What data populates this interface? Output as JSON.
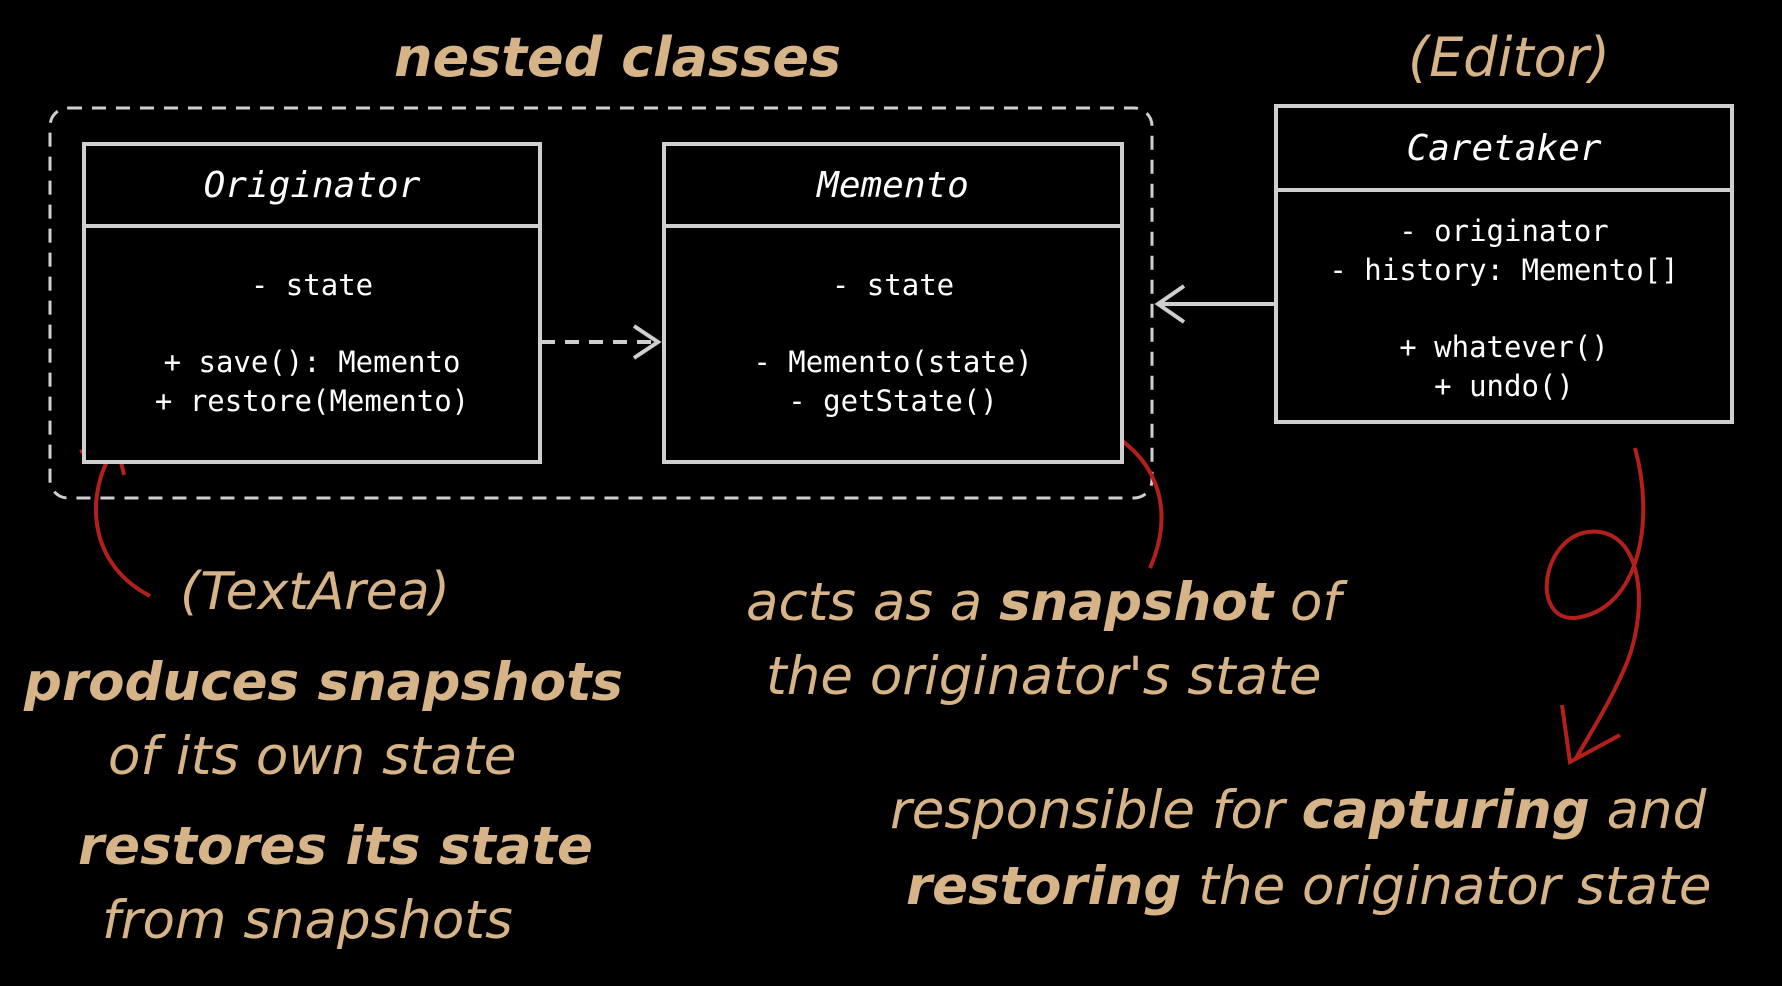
{
  "group_title": "nested classes",
  "caretaker_role": "(Editor)",
  "originator": {
    "name": "Originator",
    "fields": [
      "- state"
    ],
    "methods": [
      "+ save(): Memento",
      "+ restore(Memento)"
    ]
  },
  "memento": {
    "name": "Memento",
    "fields": [
      "- state"
    ],
    "methods": [
      "- Memento(state)",
      "- getState()"
    ]
  },
  "caretaker": {
    "name": "Caretaker",
    "fields": [
      "- originator",
      "- history: Memento[]"
    ],
    "methods": [
      "+ whatever()",
      "+ undo()"
    ]
  },
  "originator_role": "(TextArea)",
  "originator_notes": {
    "line1_bold": "produces snapshots",
    "line2": "of its own state",
    "line3_bold": "restores its state",
    "line4": "from snapshots"
  },
  "memento_note": {
    "pre": "acts as a ",
    "bold": "snapshot",
    "post": " of",
    "line2": "the originator's state"
  },
  "caretaker_note": {
    "line1_pre": "responsible for ",
    "line1_bold": "capturing",
    "line1_post": " and",
    "line2_bold": "restoring",
    "line2_post": " the originator state"
  },
  "colors": {
    "caption": "#d7b487",
    "box_border": "#cfcfcf",
    "arrow_red": "#b3201c",
    "background": "#000000"
  }
}
